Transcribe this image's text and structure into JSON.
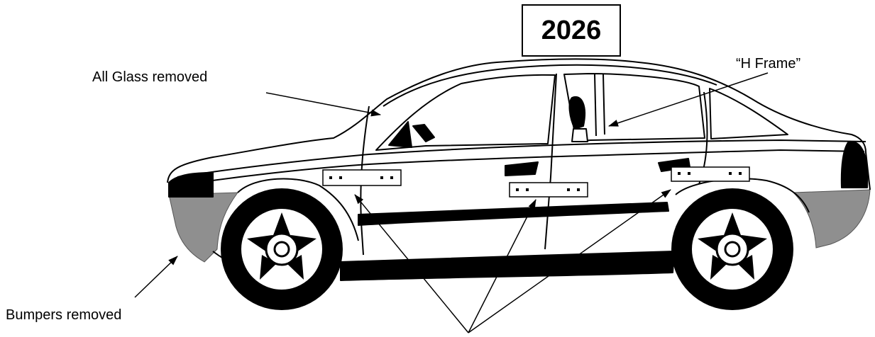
{
  "year_box": {
    "text": "2026"
  },
  "annotations": {
    "glass": "All Glass removed",
    "h_frame": "“H Frame”",
    "bumpers": "Bumpers removed"
  },
  "colors": {
    "bumper_fill": "#8f8f8f",
    "outline": "#000000",
    "background": "#ffffff"
  }
}
